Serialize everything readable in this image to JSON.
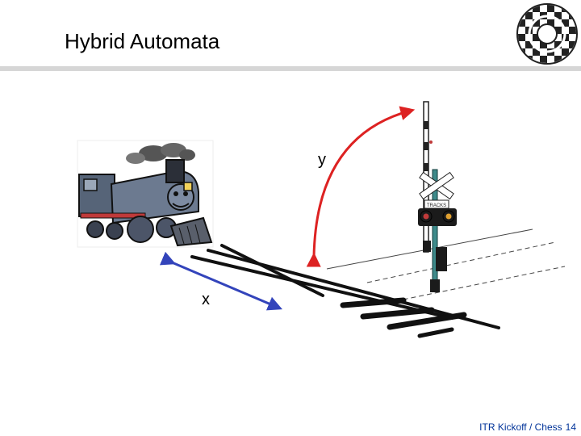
{
  "slide": {
    "title": "Hybrid Automata",
    "labels": {
      "y": "y",
      "x": "x"
    },
    "footer": {
      "text": "ITR Kickoff / Chess",
      "page": "14"
    },
    "sign_text": "TRACKS"
  },
  "colors": {
    "gate_arc": "#dd2222",
    "x_arrow": "#3344bb",
    "title_rule": "#d6d6d6",
    "footer_text": "#003399"
  },
  "icons": [
    "chess-logo-icon",
    "steam-train-icon",
    "railroad-crossing-icon"
  ]
}
